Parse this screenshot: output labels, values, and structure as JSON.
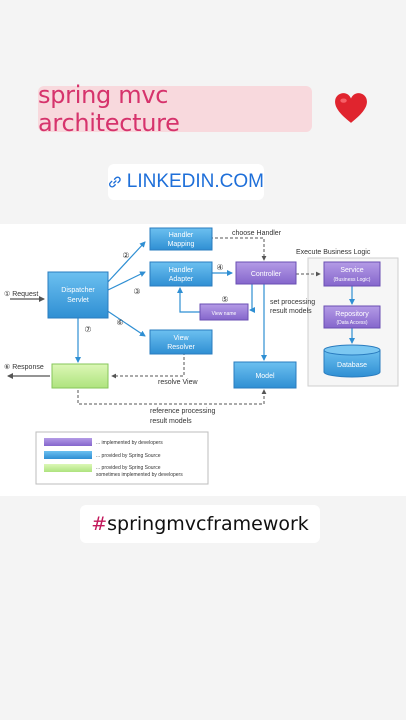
{
  "header": {
    "title": "spring mvc architecture",
    "heart_icon": "heart-icon"
  },
  "link": {
    "icon": "link-icon",
    "text": "LINKEDIN.COM",
    "color": "#1e6fd9"
  },
  "diagram": {
    "boxes": {
      "handler_mapping": [
        "Handler",
        "Mapping"
      ],
      "handler_adapter": [
        "Handler",
        "Adapter"
      ],
      "dispatcher_servlet": [
        "Dispatcher",
        "Servlet"
      ],
      "controller": "Controller",
      "view_resolver": [
        "View",
        "Resolver"
      ],
      "view_name": "View name",
      "model": "Model",
      "service": [
        "Service",
        "(Business Logic)"
      ],
      "repository": [
        "Repository",
        "(Data Access)"
      ],
      "database": "Database"
    },
    "labels": {
      "request": "① Request",
      "response": "⑥ Response",
      "choose_handler": "choose Handler",
      "execute_business_logic": "Execute Business Logic",
      "set_processing": [
        "set processing",
        "result models"
      ],
      "resolve_view": "resolve View",
      "reference_processing": [
        "reference processing",
        "result models"
      ]
    },
    "steps": [
      "②",
      "③",
      "④",
      "⑤",
      "⑥",
      "⑦"
    ],
    "legend": [
      {
        "color": "#9b7fd6",
        "text": "... implemented by developers"
      },
      {
        "color": "#4aa3df",
        "text": "... provided by Spring Source"
      },
      {
        "color": "#9be27a",
        "text": "... provided by Spring Source"
      },
      {
        "color": "",
        "text": "sometimes implemented by developers"
      }
    ],
    "colors": {
      "spring_blue": "#4aa3df",
      "developer_purple": "#9b7fd6",
      "green": "#c8ef9a"
    }
  },
  "hashtag": {
    "symbol": "#",
    "text": "springmvcframework"
  }
}
